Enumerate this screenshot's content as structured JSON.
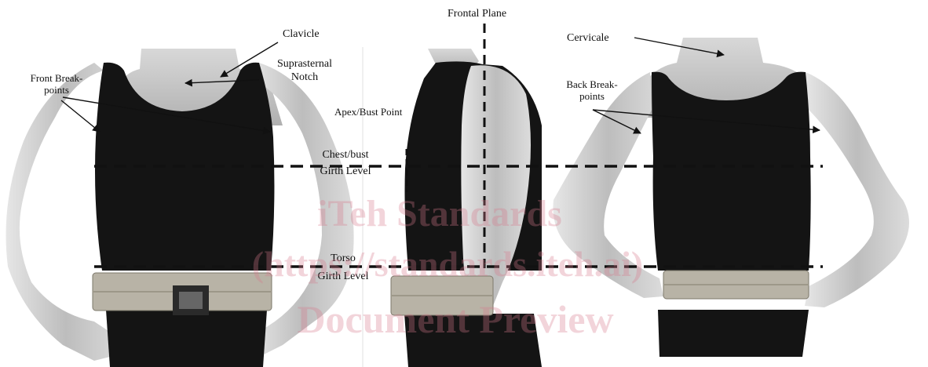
{
  "labels": {
    "clavicle": "Clavicle",
    "suprasternal_1": "Suprasternal",
    "suprasternal_2": "Notch",
    "front_break_1": "Front Break-",
    "front_break_2": "points",
    "frontal_plane": "Frontal Plane",
    "apex": "Apex/Bust Point",
    "chest_1": "Chest/bust",
    "chest_2": "Girth Level",
    "torso_1": "Torso",
    "torso_2": "Girth Level",
    "cervicale": "Cervicale",
    "back_break_1": "Back Break-",
    "back_break_2": "points"
  },
  "watermark": {
    "line1": "iTeh Standards",
    "line2": "(https://standards.iteh.ai)",
    "line3": "Document Preview"
  },
  "colors": {
    "garment": "#121212",
    "skin": "#cfcfcf",
    "belt": "#b8b3a6",
    "watermark": "#d6788c"
  }
}
